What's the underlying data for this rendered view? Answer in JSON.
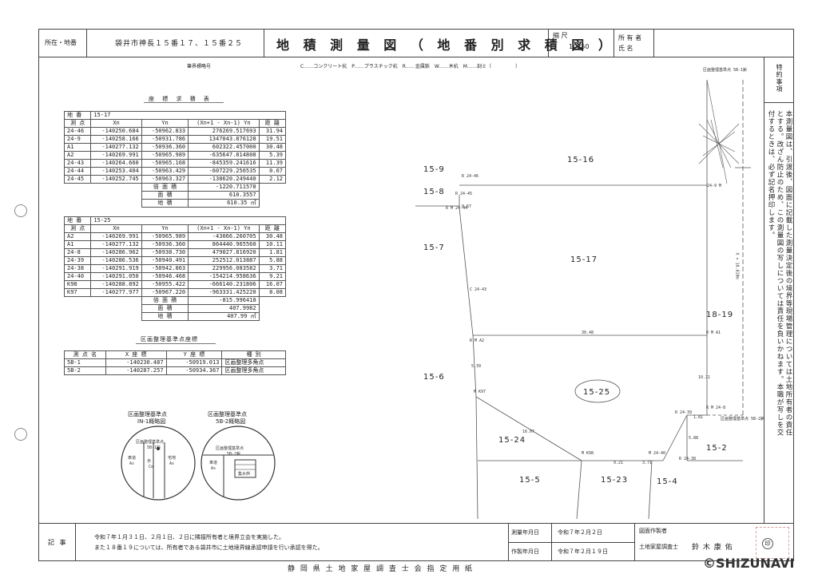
{
  "header": {
    "location_label": "所在・地番",
    "location_value": "袋井市神長１５番１７、１５番２５",
    "title": "地 積 測 量 図 （ 地 番 別 求 積 図 ）",
    "scale_label": "縮 尺",
    "scale_value": "1/ 250",
    "owner_label_1": "所 有 者",
    "owner_label_2": "氏 名"
  },
  "legend": {
    "label": "筆界標略号",
    "text": "C……コンクリート杭　P……プラスチック杭　R……金属鋲　W……木杭　M……刻ミ（　　　　　）"
  },
  "coord_title": "座 標 求 積 表",
  "table1": {
    "lot_label": "地 番",
    "lot": "15-17",
    "headers": [
      "測 点",
      "Xn",
      "Yn",
      "(Xn+1 - Xn-1) Yn",
      "距 離"
    ],
    "rows": [
      [
        "24-46",
        "-140250.684",
        "-50962.833",
        "276269.517693",
        "31.94"
      ],
      [
        "24-9",
        "-140258.166",
        "-50931.786",
        "1347043.876128",
        "19.51"
      ],
      [
        "A1",
        "-140277.132",
        "-50936.360",
        "602322.457000",
        "30.48"
      ],
      [
        "A2",
        "-140269.991",
        "-50965.989",
        "-635647.814808",
        "5.39"
      ],
      [
        "24-43",
        "-140264.660",
        "-50965.168",
        "-845359.241616",
        "11.39"
      ],
      [
        "24-44",
        "-140253.404",
        "-50963.429",
        "-607229.256535",
        "0.67"
      ],
      [
        "24-45",
        "-140252.745",
        "-50963.327",
        "-138620.249440",
        "2.12"
      ]
    ],
    "double_label": "倍 面 積",
    "double_value": "-1220.711578",
    "area_label": "面 積",
    "area_value": "610.3557",
    "land_label": "地 積",
    "land_value": "610.35",
    "unit": "㎡"
  },
  "table2": {
    "lot_label": "地 番",
    "lot": "15-25",
    "headers": [
      "測 点",
      "Xn",
      "Yn",
      "(Xn+1 - Xn-1) Yn",
      "距 離"
    ],
    "rows": [
      [
        "A2",
        "-140269.991",
        "-50965.989",
        "-43066.260705",
        "30.48"
      ],
      [
        "A1",
        "-140277.132",
        "-50936.360",
        "864440.965560",
        "10.11"
      ],
      [
        "24-8",
        "-140286.962",
        "-50938.730",
        "479027.816920",
        "1.81"
      ],
      [
        "24-39",
        "-140286.536",
        "-50940.491",
        "252512.013887",
        "5.88"
      ],
      [
        "24-38",
        "-140291.919",
        "-50942.863",
        "229956.083582",
        "3.71"
      ],
      [
        "24-40",
        "-140291.050",
        "-50946.468",
        "-154214.958636",
        "9.21"
      ],
      [
        "K98",
        "-140288.892",
        "-50955.422",
        "-666140.231806",
        "16.07"
      ],
      [
        "K97",
        "-140277.977",
        "-50967.220",
        "-963331.425220",
        "8.08"
      ]
    ],
    "double_label": "倍 面 積",
    "double_value": "-815.996418",
    "area_label": "面 積",
    "area_value": "407.9982",
    "land_label": "地 積",
    "land_value": "407.99",
    "unit": "㎡"
  },
  "ref_title": "区画整理基準点座標",
  "table3": {
    "headers": [
      "測 点 名",
      "X 座 標",
      "Y 座 標",
      "種 別"
    ],
    "rows": [
      [
        "5B-1",
        "-140230.487",
        "-50919.013",
        "区画整理多角点"
      ],
      [
        "5B-2",
        "-140287.257",
        "-50934.367",
        "区画整理多角点"
      ]
    ]
  },
  "sketch1": {
    "title1": "区画整理基準点",
    "title2": "IN-1概略図",
    "pt": "区画整理基準点",
    "id": "5B-1鋲",
    "l1": "車道",
    "l2": "As",
    "l3": "歩",
    "l4": "Co",
    "l5": "宅地",
    "l6": "As"
  },
  "sketch2": {
    "title1": "区画整理基準点",
    "title2": "5B-2概略図",
    "pt": "区画整理基準点",
    "id": "5B-2鋲",
    "l1": "車道",
    "l2": "As",
    "l3": "集水桝"
  },
  "map": {
    "lots": [
      "15-9",
      "15-8",
      "15-16",
      "15-7",
      "15-17",
      "18-19",
      "15-6",
      "15-25",
      "15-24",
      "15-2",
      "15-5",
      "15-23",
      "15-4"
    ],
    "points": [
      "R 24-46",
      "R 24-45",
      "R M 24-44",
      "C 24-43",
      "R M A2",
      "M K97",
      "M K98",
      "M 24-40",
      "R 24-38",
      "R 24-39",
      "R M 24-8",
      "R M A1",
      "24-9 M"
    ],
    "distances": [
      "0.67",
      "30.48",
      "16.07",
      "9.21",
      "3.71",
      "1.81",
      "10.11",
      "5.39",
      "5.88",
      "X = 18.810m"
    ],
    "ref1": "区画整理基準点 5B-1鋲",
    "ref2": "区画整理基準点 5B-2鋲"
  },
  "special": {
    "heading": "特約事項",
    "text": "本測量図は、引渡後、図面に記載した測量決定後の境界等現場管理については土地所有者の責任とする。改ざん防止のため、この測量図の写しについては責任を負いかねます。本職が写しを交付するときは、必ず記名押印します。"
  },
  "notes": {
    "label": "記 事",
    "line1": "令和７年１月３１日、２月１日、２日に隣接所有者と境界立会を実施した。",
    "line2": "また１８番１９については、所有者である袋井市に土地境界線承認申請を行い承認を得た。"
  },
  "dates": {
    "survey_label": "測量年月日",
    "survey": "令和７年２月２日",
    "made_label": "作製年月日",
    "made": "令和７年２月１９日"
  },
  "author": {
    "label": "図面作製者",
    "qual": "土地家屋調査士",
    "name": "鈴 木 康 佑",
    "seal": "印"
  },
  "footer": "静 岡 県 土 地 家 屋 調 査 士 会 指 定 用 紙",
  "watermark": "©SHIZUNAVI"
}
